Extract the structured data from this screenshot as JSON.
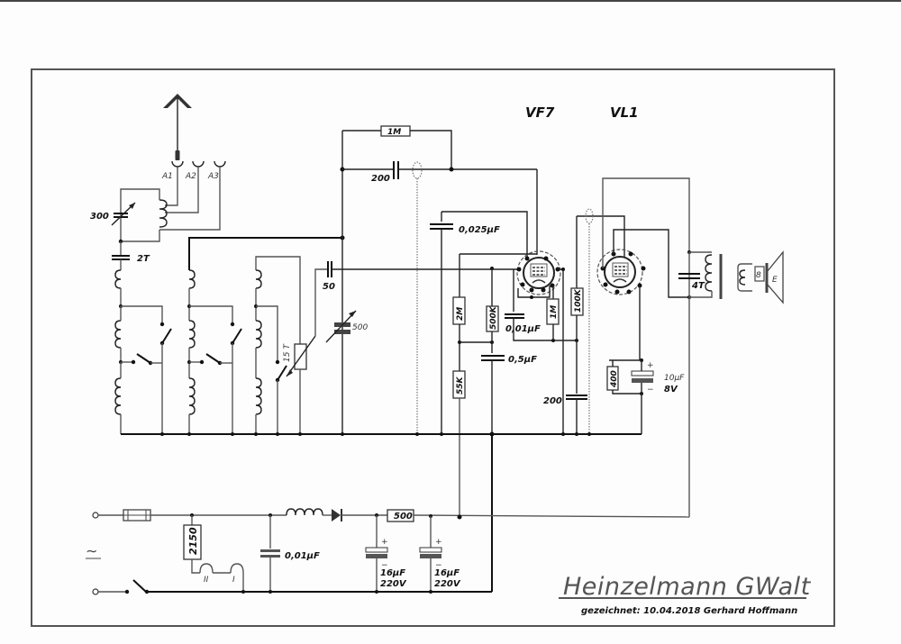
{
  "title": "Heinzelmann GWalt",
  "subtitle": "gezeichnet:  10.04.2018  Gerhard Hoffmann",
  "tubes": [
    {
      "id": "vf7",
      "label": "VF7"
    },
    {
      "id": "vl1",
      "label": "VL1"
    }
  ],
  "antenna": {
    "taps": [
      "A1",
      "A2",
      "A3"
    ]
  },
  "components": {
    "c_antenna_trim": "300",
    "c_coupling_2t": "2T",
    "c_grid_50": "50",
    "c_tune_500": "500",
    "trim_15t": "15 T",
    "r_grid_1m": "1M",
    "c_grid_200": "200",
    "c_screen_0025": "0,025µF",
    "r_2m": "2M",
    "r_500k": "500K",
    "c_001_tube": "0,01µF",
    "r_1m_tube": "1M",
    "r_100k": "100K",
    "c_05": "0,5µF",
    "r_55k": "55K",
    "c_200_anode": "200",
    "r_cathode_400": "400",
    "c_cathode_10uf": "10µF",
    "c_cathode_8v": "8V",
    "c_output_4t": "4T",
    "speaker_e": "E",
    "r_dropper_2150": "2150",
    "heater_ii": "II",
    "heater_i": "I",
    "c_mains_001": "0,01µF",
    "r_filter_500": "500",
    "c_filter1_value": "16µF",
    "c_filter1_voltage": "220V",
    "c_filter2_value": "16µF",
    "c_filter2_voltage": "220V",
    "plus": "+",
    "minus": "−",
    "ac_symbol": "∼"
  }
}
